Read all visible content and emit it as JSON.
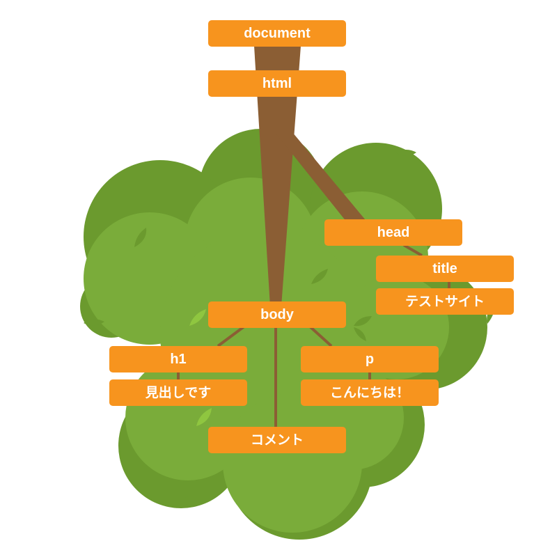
{
  "colors": {
    "node_fill": "#f7941e",
    "node_text": "#ffffff",
    "trunk": "#8b5e34",
    "foliage_dark": "#6b9a2e",
    "foliage_light": "#7aac3a",
    "leaf_accent": "#8fc640"
  },
  "nodes": {
    "document": "document",
    "html": "html",
    "head": "head",
    "title": "title",
    "title_text": "テストサイト",
    "body": "body",
    "h1": "h1",
    "h1_text": "見出しです",
    "p": "p",
    "p_text": "こんにちは！",
    "comment": "コメント"
  },
  "edges": [
    [
      "document",
      "html"
    ],
    [
      "html",
      "head"
    ],
    [
      "html",
      "body"
    ],
    [
      "head",
      "title"
    ],
    [
      "title",
      "title_text"
    ],
    [
      "body",
      "h1"
    ],
    [
      "body",
      "p"
    ],
    [
      "body",
      "comment"
    ],
    [
      "h1",
      "h1_text"
    ],
    [
      "p",
      "p_text"
    ]
  ]
}
